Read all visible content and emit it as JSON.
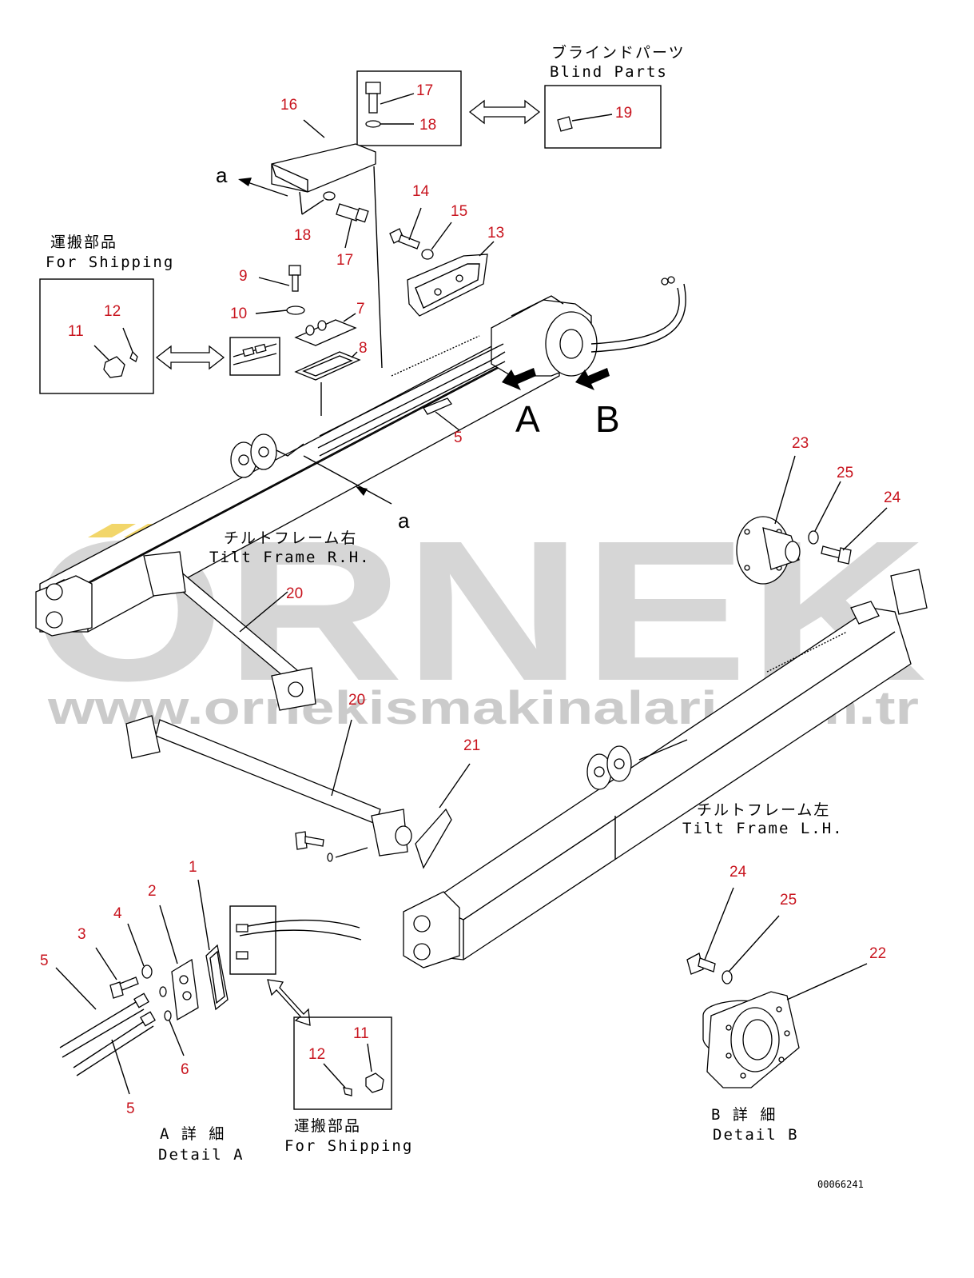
{
  "watermark": {
    "brand": "ORNEK",
    "url": "www.ornekismakinalari.com.tr"
  },
  "labels": {
    "blind_parts_jp": "ブラインドパーツ",
    "blind_parts_en": "Blind Parts",
    "shipping_top_jp": "運搬部品",
    "shipping_top_en": "For Shipping",
    "tilt_rh_jp": "チルトフレーム右",
    "tilt_rh_en": "Tilt Frame R.H.",
    "tilt_lh_jp": "チルトフレーム左",
    "tilt_lh_en": "Tilt Frame L.H.",
    "detail_a_jp": "A 詳 細",
    "detail_a_en": "Detail A",
    "shipping_bottom_jp": "運搬部品",
    "shipping_bottom_en": "For Shipping",
    "detail_b_jp": "B 詳 細",
    "detail_b_en": "Detail B",
    "view_a_upper": "a",
    "view_a_lower": "a",
    "arrow_A": "A",
    "arrow_B": "B",
    "drawing_number": "00066241"
  },
  "callouts": [
    "1",
    "2",
    "3",
    "4",
    "5",
    "5",
    "5",
    "6",
    "7",
    "8",
    "9",
    "10",
    "11",
    "11",
    "12",
    "12",
    "13",
    "14",
    "15",
    "16",
    "17",
    "17",
    "18",
    "18",
    "19",
    "20",
    "20",
    "21",
    "22",
    "23",
    "24",
    "24",
    "25",
    "25"
  ],
  "colors": {
    "callout": "#c8141e",
    "line": "#000000",
    "watermark": "#cfcfcf"
  }
}
